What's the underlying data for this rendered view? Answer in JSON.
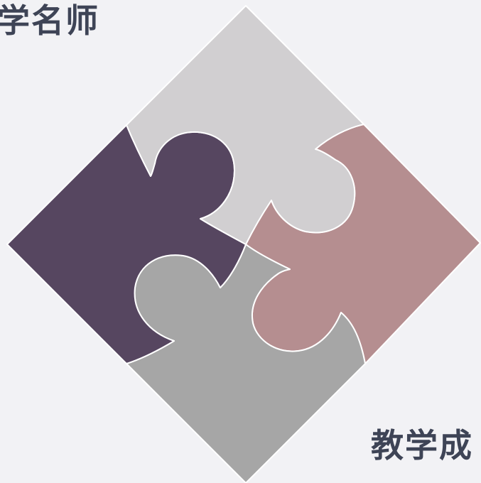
{
  "labels": {
    "top_left": "学名师",
    "bottom_right": "教学成"
  },
  "pieces": [
    {
      "name": "top",
      "color": "#d1cfd1"
    },
    {
      "name": "right",
      "color": "#b58e90"
    },
    {
      "name": "bottom",
      "color": "#a6a6a6"
    },
    {
      "name": "left",
      "color": "#564660"
    }
  ],
  "background": "#f2f2f5",
  "divider_color": "#ffffff"
}
